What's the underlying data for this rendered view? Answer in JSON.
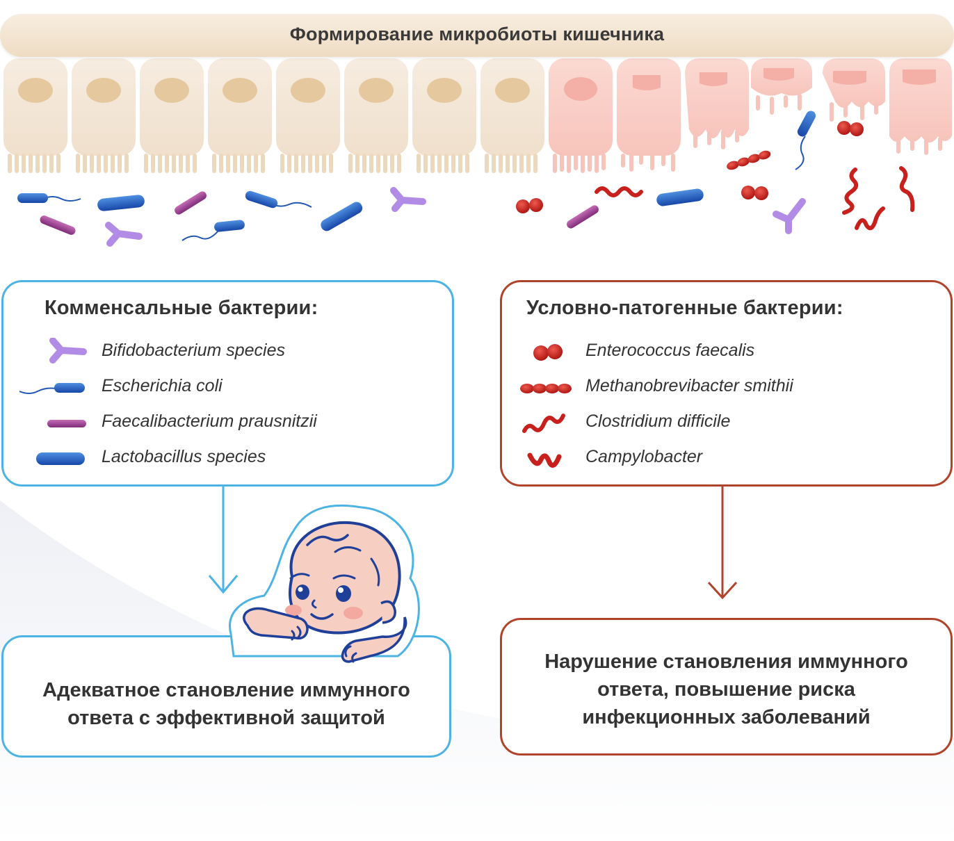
{
  "header": {
    "title": "Формирование микробиоты кишечника"
  },
  "commensal": {
    "title": "Комменсальные бактерии:",
    "items": [
      {
        "label": "Bifidobacterium species",
        "icon": "bifidobacterium-icon"
      },
      {
        "label": "Escherichia coli",
        "icon": "ecoli-icon"
      },
      {
        "label": "Faecalibacterium prausnitzii",
        "icon": "faecalibacterium-icon"
      },
      {
        "label": "Lactobacillus species",
        "icon": "lactobacillus-icon"
      }
    ]
  },
  "pathogenic": {
    "title": "Условно-патогенные бактерии:",
    "items": [
      {
        "label": "Enterococcus faecalis",
        "icon": "enterococcus-icon"
      },
      {
        "label": "Methanobrevibacter smithii",
        "icon": "methanobrevibacter-icon"
      },
      {
        "label": "Clostridium difficile",
        "icon": "clostridium-icon"
      },
      {
        "label": "Campylobacter",
        "icon": "campylobacter-icon"
      }
    ]
  },
  "outcomes": {
    "good_line1": "Адекватное становление иммунного",
    "good_line2": "ответа с эффективной защитой",
    "bad_line1": "Нарушение становления иммунного",
    "bad_line2": "ответа, повышение риска",
    "bad_line3": "инфекционных заболеваний"
  },
  "colors": {
    "commensal_border": "#4cb3e3",
    "pathogenic_border": "#b0432c",
    "healthy_cell": "#f4e7d7",
    "damaged_cell": "#f9cfc8",
    "pathogen": "#c8201c"
  }
}
